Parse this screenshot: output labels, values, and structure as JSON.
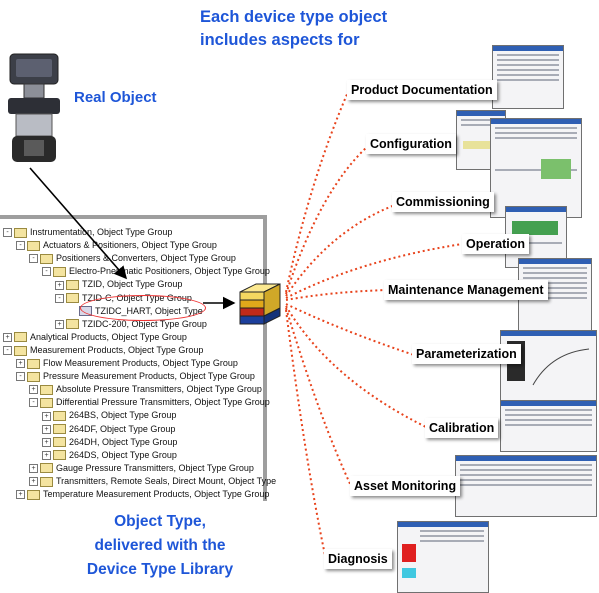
{
  "header": {
    "line1": "Each device type object",
    "line2": "includes aspects for"
  },
  "real_object_label": "Real Object",
  "footer": {
    "line1": "Object Type,",
    "line2": "delivered with the",
    "line3": "Device Type Library"
  },
  "tree": [
    {
      "label": "Instrumentation, Object Type Group",
      "level": 0,
      "pm": "-"
    },
    {
      "label": "Actuators & Positioners, Object Type Group",
      "level": 1,
      "pm": "-"
    },
    {
      "label": "Positioners & Converters, Object Type Group",
      "level": 2,
      "pm": "-"
    },
    {
      "label": "Electro-Pneumatic Positioners, Object Type Group",
      "level": 3,
      "pm": "-"
    },
    {
      "label": "TZID, Object Type Group",
      "level": 4,
      "pm": "+"
    },
    {
      "label": "TZID-C, Object Type Group",
      "level": 4,
      "pm": "-"
    },
    {
      "label": "TZIDC_HART, Object Type",
      "level": 5,
      "pm": "",
      "highlight": true
    },
    {
      "label": "TZIDC-200, Object Type Group",
      "level": 4,
      "pm": "+"
    },
    {
      "label": "Analytical Products, Object Type Group",
      "level": 0,
      "pm": "+"
    },
    {
      "label": "Measurement Products, Object Type Group",
      "level": 0,
      "pm": "-"
    },
    {
      "label": "Flow Measurement Products, Object Type Group",
      "level": 1,
      "pm": "+"
    },
    {
      "label": "Pressure Measurement Products, Object Type Group",
      "level": 1,
      "pm": "-"
    },
    {
      "label": "Absolute Pressure Transmitters, Object Type Group",
      "level": 2,
      "pm": "+"
    },
    {
      "label": "Differential Pressure Transmitters, Object Type Group",
      "level": 2,
      "pm": "-"
    },
    {
      "label": "264BS, Object Type Group",
      "level": 3,
      "pm": "+"
    },
    {
      "label": "264DF, Object Type Group",
      "level": 3,
      "pm": "+"
    },
    {
      "label": "264DH, Object Type Group",
      "level": 3,
      "pm": "+"
    },
    {
      "label": "264DS, Object Type Group",
      "level": 3,
      "pm": "+"
    },
    {
      "label": "Gauge Pressure Transmitters, Object Type Group",
      "level": 2,
      "pm": "+"
    },
    {
      "label": "Transmitters, Remote Seals, Direct Mount, Object Type",
      "level": 2,
      "pm": "+"
    },
    {
      "label": "Temperature Measurement Products, Object Type Group",
      "level": 1,
      "pm": "+"
    }
  ],
  "aspects": [
    "Product Documentation",
    "Configuration",
    "Commissioning",
    "Operation",
    "Maintenance Management",
    "Parameterization",
    "Calibration",
    "Asset Monitoring",
    "Diagnosis"
  ],
  "colors": {
    "title_blue": "#1e56d8",
    "dotted_line": "#e8431c",
    "tree_border": "#9e9e9e"
  }
}
